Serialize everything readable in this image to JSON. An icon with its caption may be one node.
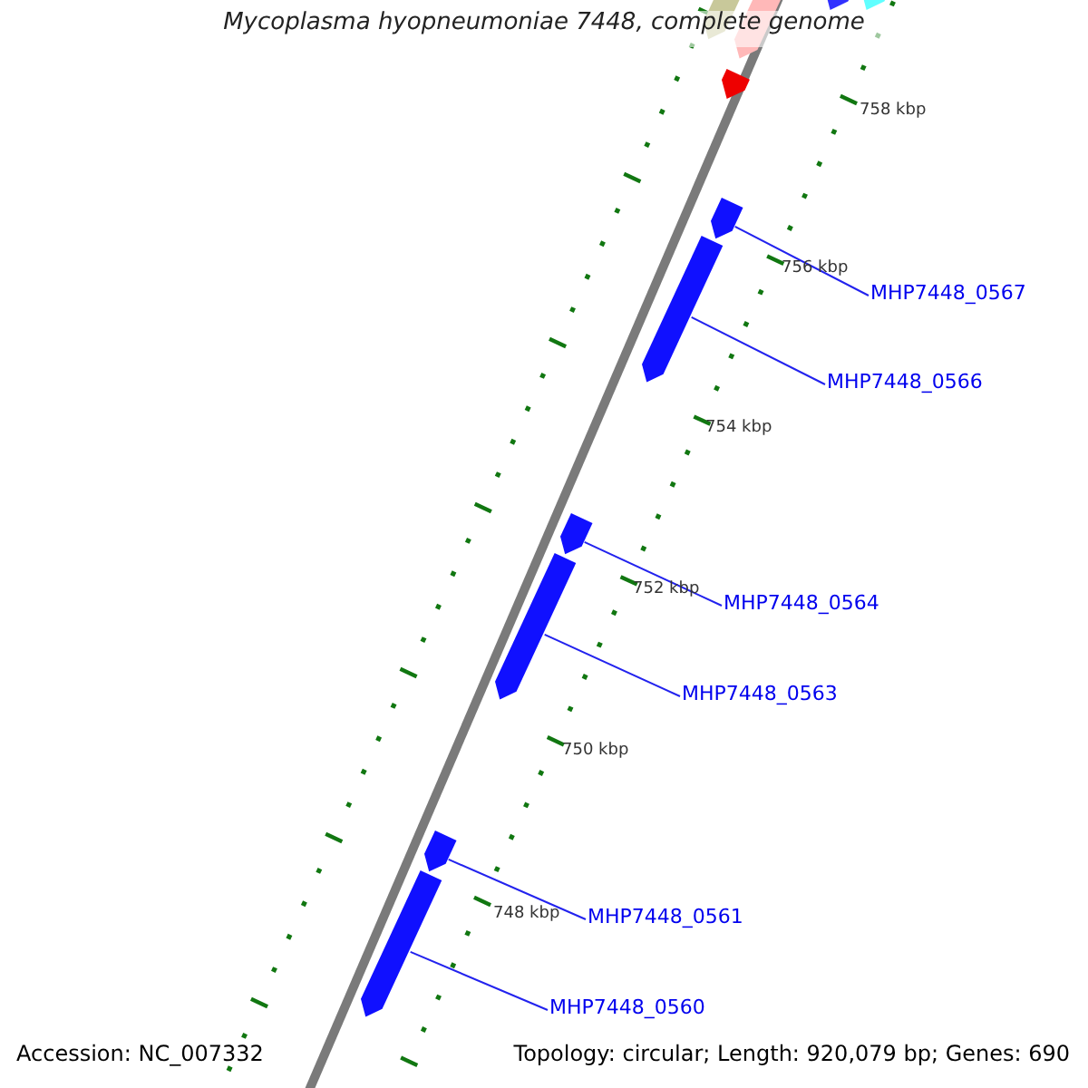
{
  "diagram": {
    "title": "Mycoplasma hyopneumoniae 7448, complete genome",
    "nodes": [
      {
        "text": [],
        "shape": "bar"
      },
      {
        "text": [],
        "shape": "bar"
      },
      {
        "text": [],
        "shape": "bar"
      },
      {
        "text": [],
        "shape": "bar"
      },
      {
        "text": [],
        "shape": "bar"
      },
      {
        "text": [],
        "shape": "bar"
      },
      {
        "text": [
          "MHP7448_0567"
        ]
      },
      {
        "text": [],
        "shape": "bar"
      },
      {
        "text": [
          "MHP7448_0566"
        ]
      },
      {
        "text": [],
        "shape": "bar"
      },
      {
        "text": [
          "MHP7448_0564"
        ]
      },
      {
        "text": [],
        "shape": "bar"
      },
      {
        "text": [
          "MHP7448_0563"
        ]
      },
      {
        "text": [],
        "shape": "bar"
      },
      {
        "text": [
          "MHP7448_0561"
        ]
      },
      {
        "text": [],
        "shape": "bar"
      },
      {
        "text": [
          "MHP7448_0560"
        ]
      }
    ],
    "edges": [
      {
        "from": 6,
        "to": 5,
        "arrow": "none"
      },
      {
        "from": 8,
        "to": 7,
        "arrow": "none"
      },
      {
        "from": 10,
        "to": 9,
        "arrow": "none"
      },
      {
        "from": 12,
        "to": 11,
        "arrow": "none"
      },
      {
        "from": 14,
        "to": 13,
        "arrow": "none"
      },
      {
        "from": 16,
        "to": 15,
        "arrow": "none"
      }
    ],
    "labels": [
      "758 kbp",
      "756 kbp",
      "754 kbp",
      "752 kbp",
      "750 kbp",
      "748 kbp",
      "Accession: NC_007332",
      "Topology: circular; Length: 920,079 bp; Genes: 690"
    ]
  }
}
